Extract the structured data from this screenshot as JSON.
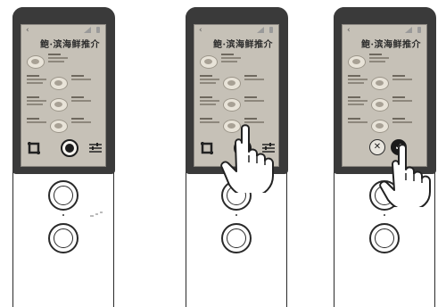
{
  "panels": [
    {
      "menu_title": "鲍·滨海鲜推介",
      "state": "idle"
    },
    {
      "menu_title": "鲍·滨海鲜推介",
      "state": "pressing-shutter"
    },
    {
      "menu_title": "鲍·滨海鲜推介",
      "state": "confirm"
    }
  ],
  "icons": {
    "back": "‹",
    "cancel": "✕",
    "confirm": "✓"
  }
}
